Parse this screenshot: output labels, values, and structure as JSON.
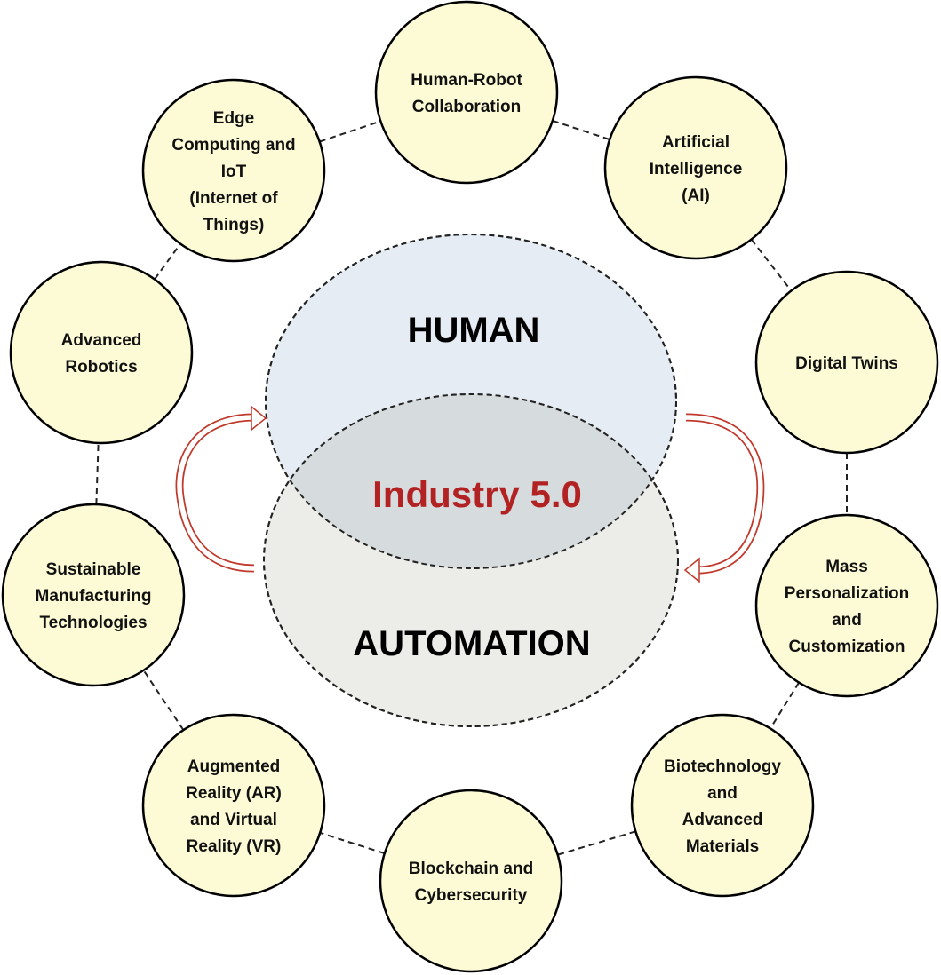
{
  "center": {
    "top_label": "HUMAN",
    "bottom_label": "AUTOMATION",
    "core_label": "Industry 5.0"
  },
  "nodes": [
    {
      "id": "human-robot-collaboration",
      "lines": [
        "Human-Robot",
        "Collaboration"
      ]
    },
    {
      "id": "artificial-intelligence",
      "lines": [
        "Artificial",
        "Intelligence",
        "(AI)"
      ]
    },
    {
      "id": "digital-twins",
      "lines": [
        "Digital Twins"
      ]
    },
    {
      "id": "mass-personalization",
      "lines": [
        "Mass",
        "Personalization",
        "and",
        "Customization"
      ]
    },
    {
      "id": "biotechnology",
      "lines": [
        "Biotechnology",
        "and",
        "Advanced",
        "Materials"
      ]
    },
    {
      "id": "blockchain",
      "lines": [
        "Blockchain and",
        "Cybersecurity"
      ]
    },
    {
      "id": "augmented-reality",
      "lines": [
        "Augmented",
        "Reality (AR)",
        "and Virtual",
        "Reality (VR)"
      ]
    },
    {
      "id": "sustainable-manufacturing",
      "lines": [
        "Sustainable",
        "Manufacturing",
        "Technologies"
      ]
    },
    {
      "id": "advanced-robotics",
      "lines": [
        "Advanced",
        "Robotics"
      ]
    },
    {
      "id": "edge-computing",
      "lines": [
        "Edge",
        "Computing and",
        "IoT",
        "(Internet of",
        "Things)"
      ]
    }
  ],
  "colors": {
    "node_fill": "#fdfbd6",
    "human_fill": "#e6ecf4",
    "automation_fill": "#ecede8",
    "overlap_fill": "#d6dcde",
    "core_text": "#b22222",
    "arrow": "#c0392b"
  }
}
